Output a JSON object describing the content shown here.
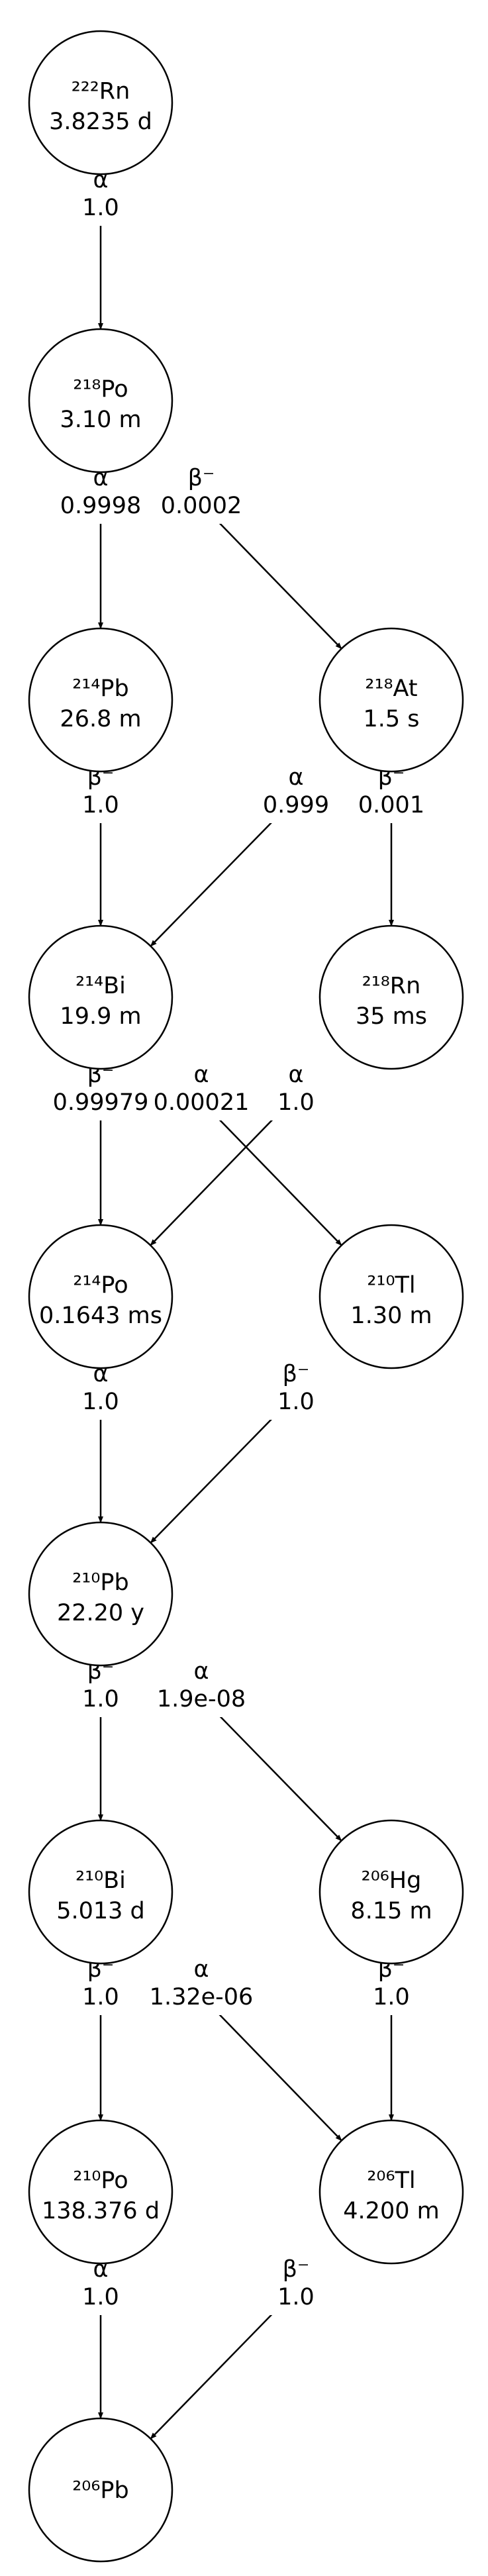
{
  "nodes": [
    {
      "id": "rn222",
      "isotope": "²²²Rn",
      "halflife": "3.8235 d"
    },
    {
      "id": "po218",
      "isotope": "²¹⁸Po",
      "halflife": "3.10 m"
    },
    {
      "id": "pb214",
      "isotope": "²¹⁴Pb",
      "halflife": "26.8 m"
    },
    {
      "id": "at218",
      "isotope": "²¹⁸At",
      "halflife": "1.5 s"
    },
    {
      "id": "bi214",
      "isotope": "²¹⁴Bi",
      "halflife": "19.9 m"
    },
    {
      "id": "rn218",
      "isotope": "²¹⁸Rn",
      "halflife": "35 ms"
    },
    {
      "id": "po214",
      "isotope": "²¹⁴Po",
      "halflife": "0.1643 ms"
    },
    {
      "id": "tl210",
      "isotope": "²¹⁰Tl",
      "halflife": "1.30 m"
    },
    {
      "id": "pb210",
      "isotope": "²¹⁰Pb",
      "halflife": "22.20 y"
    },
    {
      "id": "bi210",
      "isotope": "²¹⁰Bi",
      "halflife": "5.013 d"
    },
    {
      "id": "hg206",
      "isotope": "²⁰⁶Hg",
      "halflife": "8.15 m"
    },
    {
      "id": "po210",
      "isotope": "²¹⁰Po",
      "halflife": "138.376 d"
    },
    {
      "id": "tl206",
      "isotope": "²⁰⁶Tl",
      "halflife": "4.200 m"
    },
    {
      "id": "pb206",
      "isotope": "²⁰⁶Pb",
      "halflife": ""
    }
  ],
  "edges": [
    {
      "from": "rn222",
      "to": "po218",
      "mode": "α",
      "fraction": "1.0"
    },
    {
      "from": "po218",
      "to": "pb214",
      "mode": "α",
      "fraction": "0.9998"
    },
    {
      "from": "po218",
      "to": "at218",
      "mode": "β⁻",
      "fraction": "0.0002"
    },
    {
      "from": "pb214",
      "to": "bi214",
      "mode": "β⁻",
      "fraction": "1.0"
    },
    {
      "from": "at218",
      "to": "bi214",
      "mode": "α",
      "fraction": "0.999"
    },
    {
      "from": "at218",
      "to": "rn218",
      "mode": "β⁻",
      "fraction": "0.001"
    },
    {
      "from": "bi214",
      "to": "po214",
      "mode": "β⁻",
      "fraction": "0.99979"
    },
    {
      "from": "bi214",
      "to": "tl210",
      "mode": "α",
      "fraction": "0.00021"
    },
    {
      "from": "rn218",
      "to": "po214",
      "mode": "α",
      "fraction": "1.0"
    },
    {
      "from": "po214",
      "to": "pb210",
      "mode": "α",
      "fraction": "1.0"
    },
    {
      "from": "tl210",
      "to": "pb210",
      "mode": "β⁻",
      "fraction": "1.0"
    },
    {
      "from": "pb210",
      "to": "bi210",
      "mode": "β⁻",
      "fraction": "1.0"
    },
    {
      "from": "pb210",
      "to": "hg206",
      "mode": "α",
      "fraction": "1.9e-08"
    },
    {
      "from": "bi210",
      "to": "po210",
      "mode": "β⁻",
      "fraction": "1.0"
    },
    {
      "from": "bi210",
      "to": "tl206",
      "mode": "α",
      "fraction": "1.32e-06"
    },
    {
      "from": "hg206",
      "to": "tl206",
      "mode": "β⁻",
      "fraction": "1.0"
    },
    {
      "from": "po210",
      "to": "pb206",
      "mode": "α",
      "fraction": "1.0"
    },
    {
      "from": "tl206",
      "to": "pb206",
      "mode": "β⁻",
      "fraction": "1.0"
    }
  ]
}
